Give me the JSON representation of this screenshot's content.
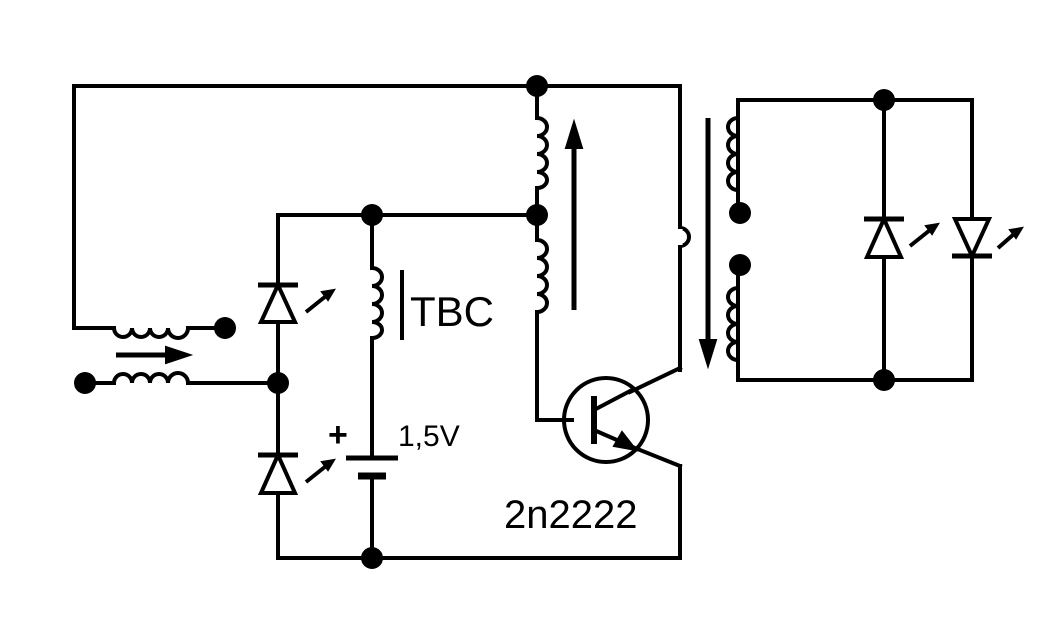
{
  "labels": {
    "core": "TBC",
    "voltage": "1,5V",
    "polarity": "+",
    "transistor": "2n2222"
  }
}
